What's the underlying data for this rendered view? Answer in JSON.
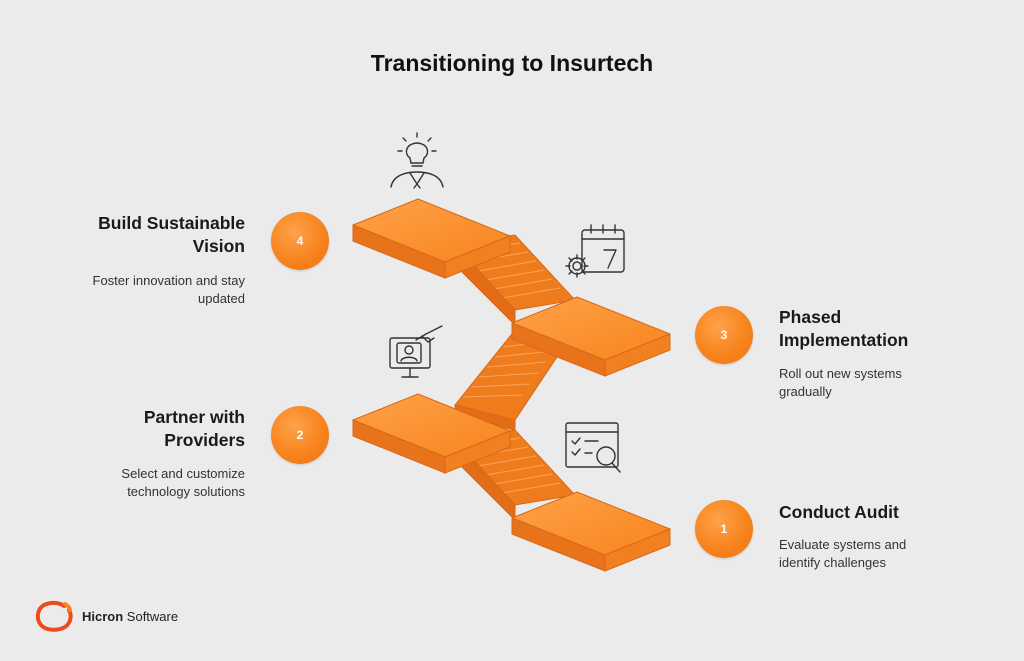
{
  "title": "Transitioning to Insurtech",
  "steps": [
    {
      "number": "1",
      "heading": "Conduct Audit",
      "description_lines": [
        "Evaluate systems and",
        "identify challenges"
      ],
      "icon": "audit-search-icon"
    },
    {
      "number": "2",
      "heading_lines": [
        "Partner with",
        "Providers"
      ],
      "description_lines": [
        "Select and customize",
        "technology solutions"
      ],
      "icon": "monitor-user-icon"
    },
    {
      "number": "3",
      "heading_lines": [
        "Phased",
        "Implementation"
      ],
      "description_lines": [
        "Roll out new systems",
        "gradually"
      ],
      "icon": "calendar-gear-icon"
    },
    {
      "number": "4",
      "heading_lines": [
        "Build Sustainable",
        "Vision"
      ],
      "description_lines": [
        "Foster innovation and stay",
        "updated"
      ],
      "icon": "lightbulb-person-icon"
    }
  ],
  "logo": {
    "brand": "Hicron",
    "suffix": "Software"
  },
  "colors": {
    "accent": "#f7841e",
    "platform_side": "#e8731a",
    "background": "#ebebeb"
  }
}
